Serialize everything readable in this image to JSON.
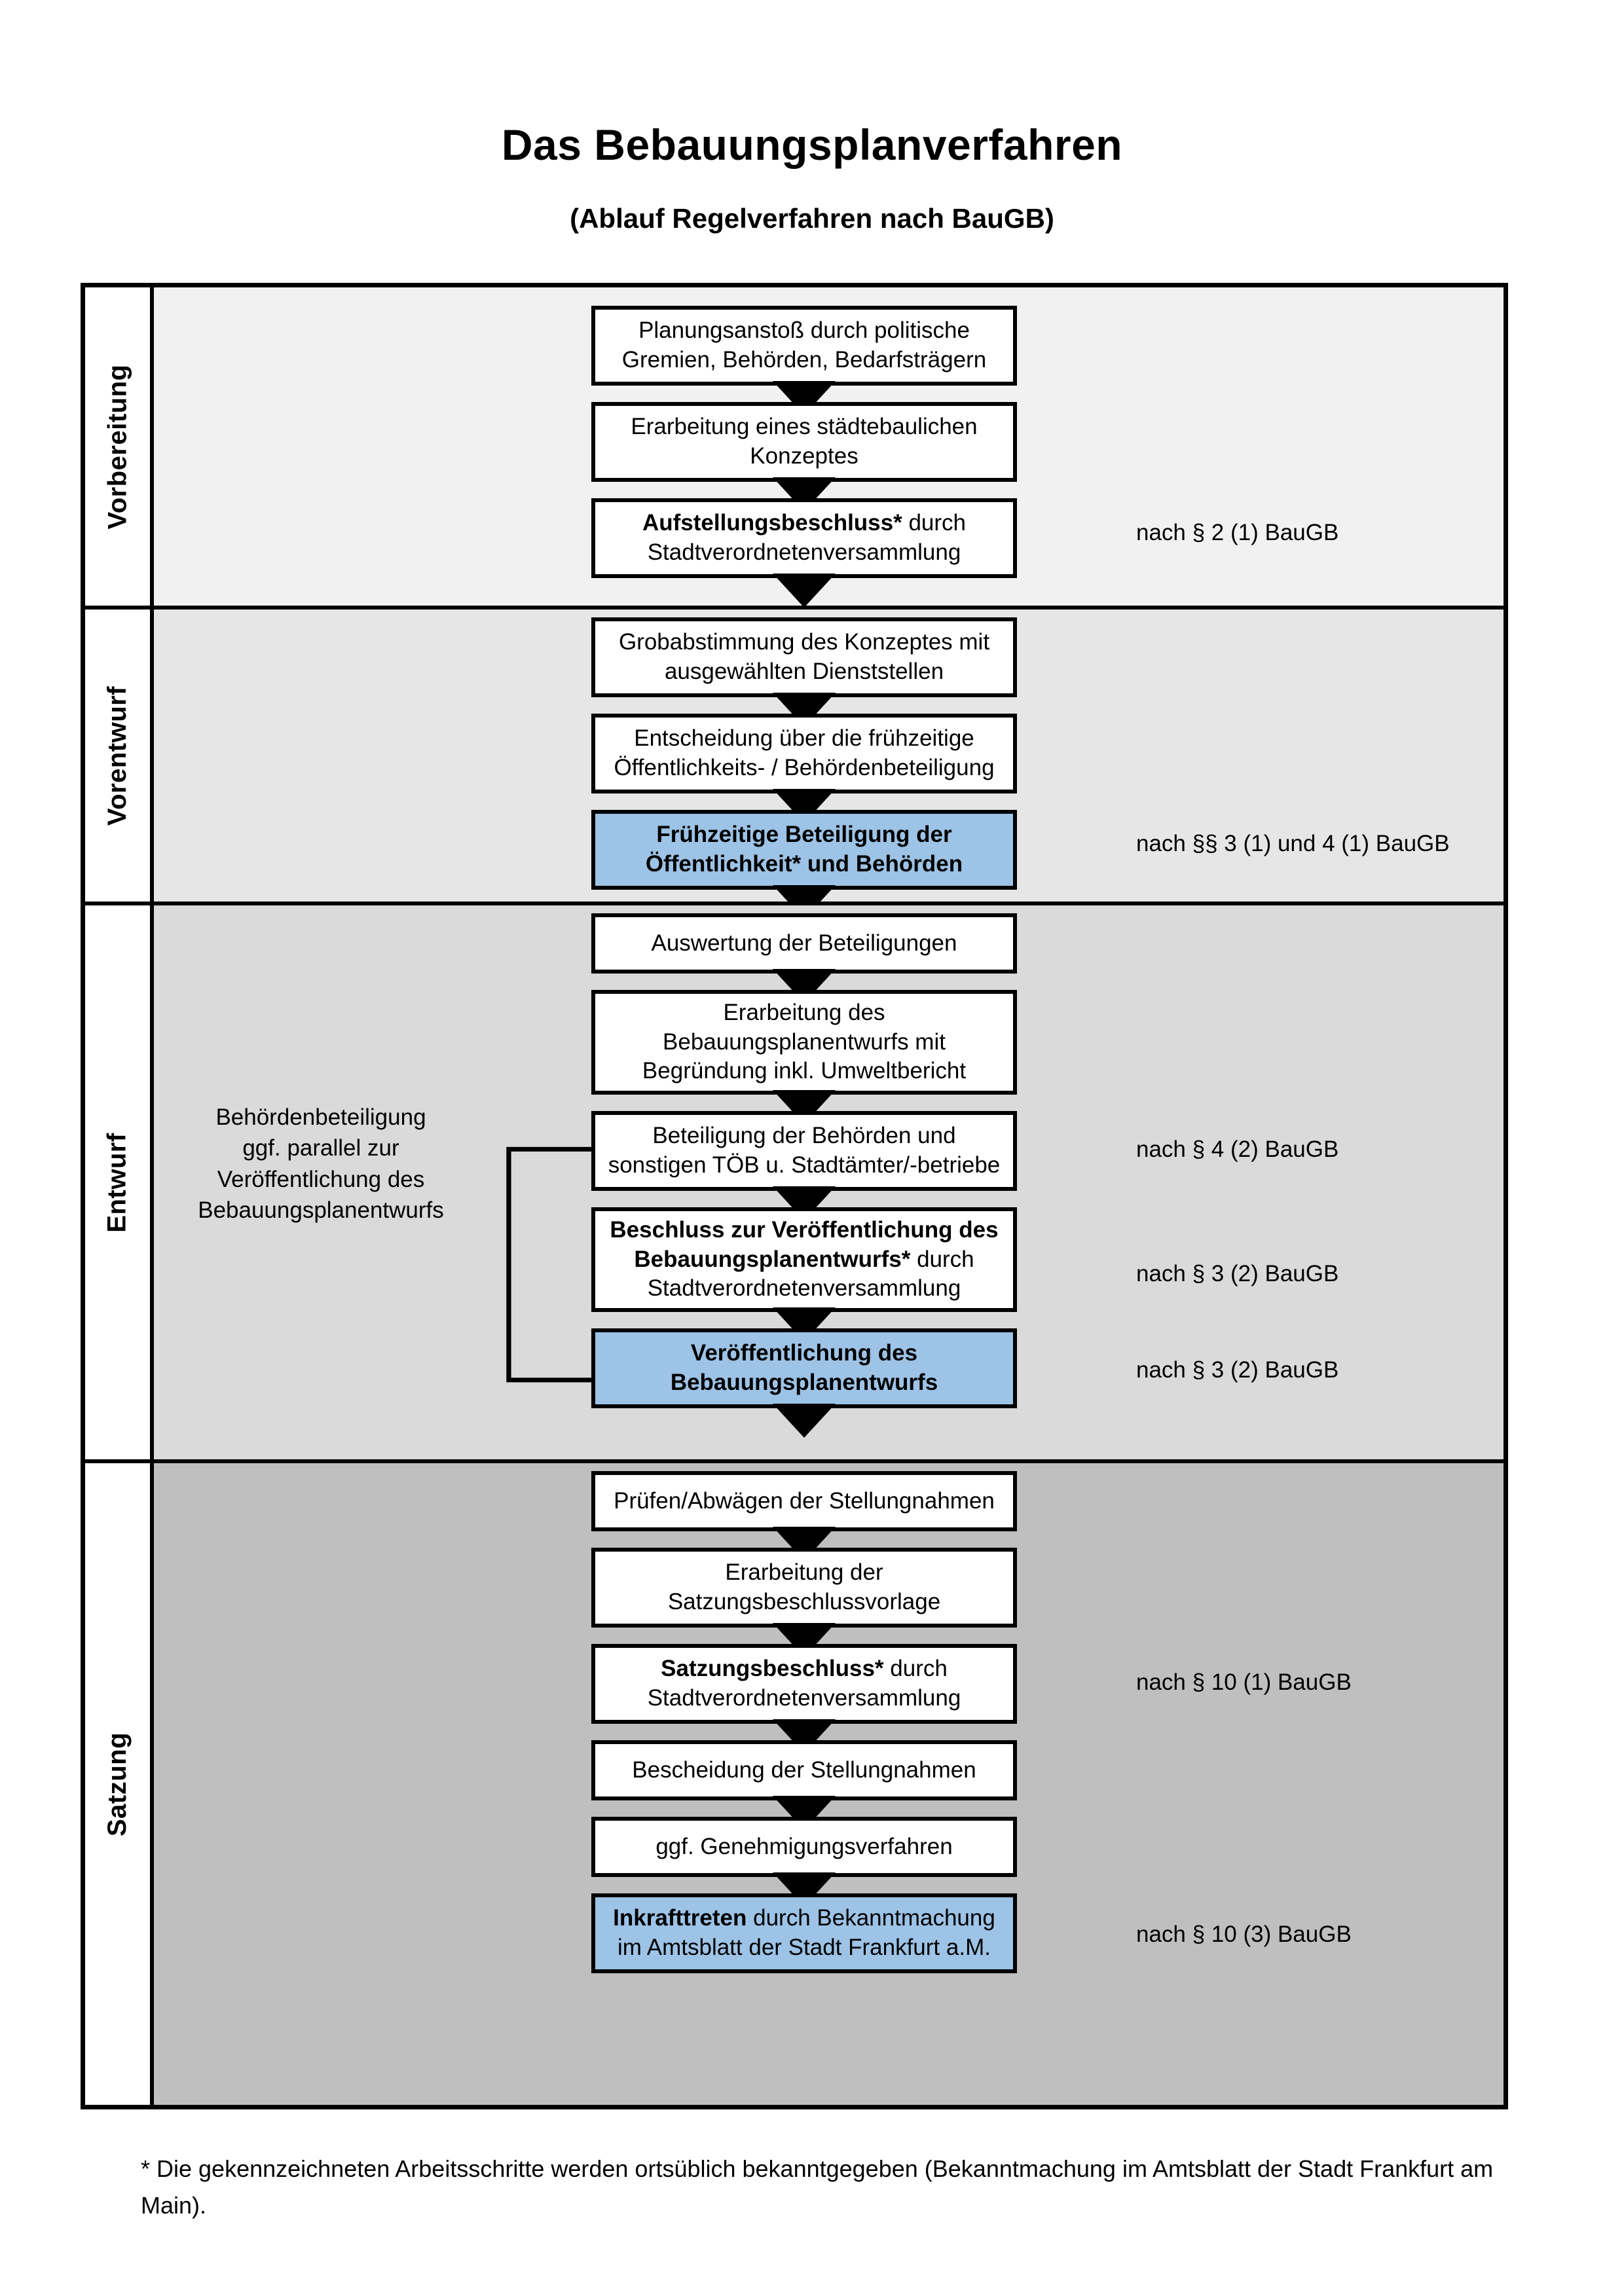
{
  "title": {
    "main": "Das Bebauungsplanverfahren",
    "subtitle": "(Ablauf Regelverfahren nach BauGB)"
  },
  "colors": {
    "highlight_box": "#9DC3E6",
    "phase_vorbereitung_bg": "#F1F1F1",
    "phase_vorentwurf_bg": "#E6E6E6",
    "phase_entwurf_bg": "#DADADA",
    "phase_satzung_bg": "#BFBFBF",
    "border": "#000000"
  },
  "phases": [
    {
      "label": "Vorbereitung"
    },
    {
      "label": "Vorentwurf"
    },
    {
      "label": "Entwurf"
    },
    {
      "label": "Satzung"
    }
  ],
  "steps": [
    {
      "id": "planungsanstoss",
      "phase": "Vorbereitung",
      "line1": "Planungsanstoß durch politische",
      "line2": "Gremien, Behörden, Bedarfsträgern",
      "highlight": false
    },
    {
      "id": "staedtebauliches-konzept",
      "phase": "Vorbereitung",
      "line1": "Erarbeitung eines städtebaulichen",
      "line2": "Konzeptes",
      "highlight": false
    },
    {
      "id": "aufstellungsbeschluss",
      "phase": "Vorbereitung",
      "bold1": "Aufstellungsbeschluss*",
      "line1_rest": " durch",
      "line2": "Stadtverordnetenversammlung",
      "highlight": false
    },
    {
      "id": "grobabstimmung",
      "phase": "Vorentwurf",
      "line1": "Grobabstimmung des Konzeptes mit",
      "line2": "ausgewählten Dienststellen",
      "highlight": false
    },
    {
      "id": "entscheidung-fruehzeitige",
      "phase": "Vorentwurf",
      "line1": "Entscheidung über die frühzeitige",
      "line2": "Öffentlichkeits- / Behördenbeteiligung",
      "highlight": false
    },
    {
      "id": "fruehzeitige-beteiligung",
      "phase": "Vorentwurf",
      "line1": "Frühzeitige Beteiligung der",
      "line2": "Öffentlichkeit* und Behörden",
      "highlight": true
    },
    {
      "id": "auswertung-beteiligungen",
      "phase": "Entwurf",
      "line1": "Auswertung der Beteiligungen",
      "highlight": false
    },
    {
      "id": "erarbeitung-bebauungsplanentwurf",
      "phase": "Entwurf",
      "line1": "Erarbeitung des",
      "line2": "Bebauungsplanentwurfs mit",
      "line3": "Begründung inkl. Umweltbericht",
      "highlight": false
    },
    {
      "id": "beteiligung-behoerden-toeb",
      "phase": "Entwurf",
      "line1": "Beteiligung der Behörden und",
      "line2": "sonstigen TÖB u. Stadtämter/-betriebe",
      "highlight": false
    },
    {
      "id": "beschluss-veroeffentlichung",
      "phase": "Entwurf",
      "bold1": "Beschluss zur Veröffentlichung des",
      "bold2": "Bebauungsplanentwurfs*",
      "line2_rest": " durch",
      "line3": "Stadtverordnetenversammlung",
      "highlight": false
    },
    {
      "id": "veroeffentlichung-entwurf",
      "phase": "Entwurf",
      "line1": "Veröffentlichung des",
      "line2": "Bebauungsplanentwurfs",
      "highlight": true
    },
    {
      "id": "pruefen-abwaegen",
      "phase": "Satzung",
      "line1": "Prüfen/Abwägen der Stellungnahmen",
      "highlight": false
    },
    {
      "id": "erarbeitung-satzungsbeschlussvorlage",
      "phase": "Satzung",
      "line1": "Erarbeitung der",
      "line2": "Satzungsbeschlussvorlage",
      "highlight": false
    },
    {
      "id": "satzungsbeschluss",
      "phase": "Satzung",
      "bold1": "Satzungsbeschluss*",
      "line1_rest": " durch",
      "line2": "Stadtverordnetenversammlung",
      "highlight": false
    },
    {
      "id": "bescheidung-stellungnahmen",
      "phase": "Satzung",
      "line1": "Bescheidung der Stellungnahmen",
      "highlight": false
    },
    {
      "id": "genehmigungsverfahren",
      "phase": "Satzung",
      "line1": "ggf. Genehmigungsverfahren",
      "highlight": false
    },
    {
      "id": "inkrafttreten",
      "phase": "Satzung",
      "bold1": "Inkrafttreten",
      "line1_rest": " durch Bekanntmachung",
      "line2": "im Amtsblatt der Stadt Frankfurt a.M.",
      "highlight": true
    }
  ],
  "legal_refs": [
    {
      "id": "ref-aufstellungsbeschluss",
      "text": "nach § 2 (1) BauGB"
    },
    {
      "id": "ref-fruehzeitige-beteiligung",
      "text": "nach §§ 3 (1) und 4 (1) BauGB"
    },
    {
      "id": "ref-toeb",
      "text": "nach § 4 (2) BauGB"
    },
    {
      "id": "ref-beschluss-veroeffentlichung",
      "text": "nach § 3 (2) BauGB"
    },
    {
      "id": "ref-veroeffentlichung",
      "text": "nach § 3 (2) BauGB"
    },
    {
      "id": "ref-satzungsbeschluss",
      "text": "nach § 10 (1) BauGB"
    },
    {
      "id": "ref-inkrafttreten",
      "text": "nach § 10 (3) BauGB"
    }
  ],
  "side_note": {
    "line1": "Behördenbeteiligung",
    "line2": "ggf. parallel zur",
    "line3": "Veröffentlichung des",
    "line4": "Bebauungsplanentwurfs"
  },
  "footnote": {
    "text": "* Die gekennzeichneten Arbeitsschritte werden ortsüblich bekanntgegeben (Bekanntmachung im Amtsblatt  der Stadt Frankfurt am Main)."
  }
}
